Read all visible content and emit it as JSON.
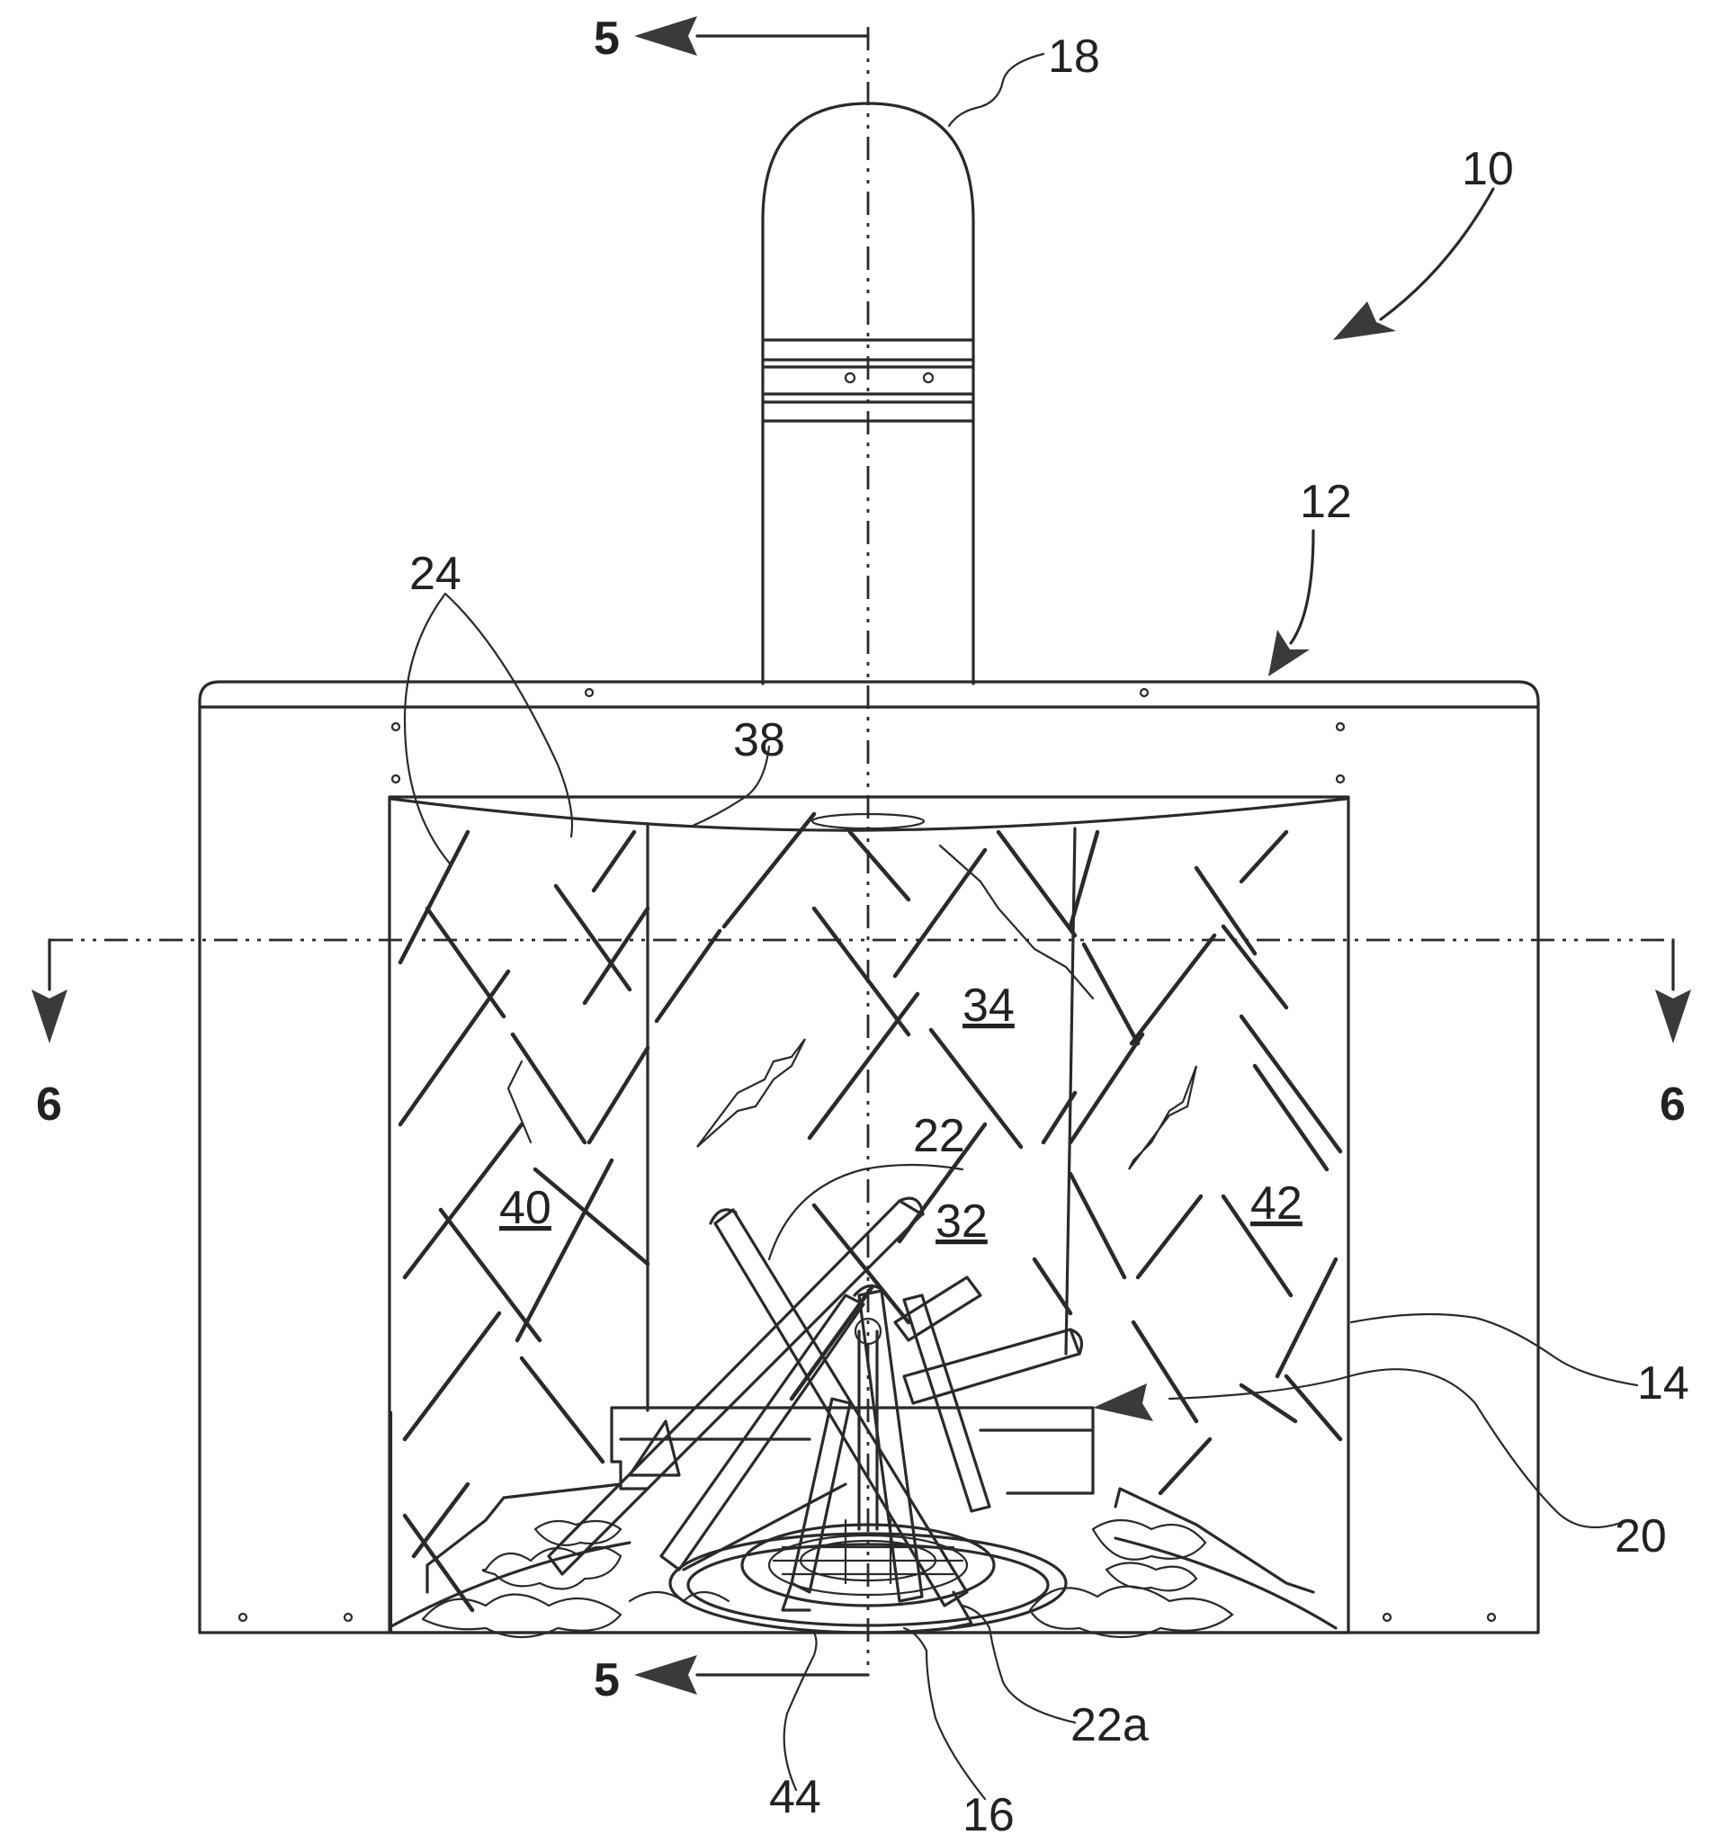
{
  "labels": {
    "n10": "10",
    "n12": "12",
    "n14": "14",
    "n16": "16",
    "n18": "18",
    "n20": "20",
    "n22": "22",
    "n22a": "22a",
    "n24": "24",
    "n32": "32",
    "n34": "34",
    "n38": "38",
    "n40": "40",
    "n42": "42",
    "n44": "44",
    "sec5_top": "5",
    "sec5_bottom": "5",
    "sec6_left": "6",
    "sec6_right": "6"
  },
  "colors": {
    "line": "#2a2a2a",
    "background": "#ffffff"
  }
}
